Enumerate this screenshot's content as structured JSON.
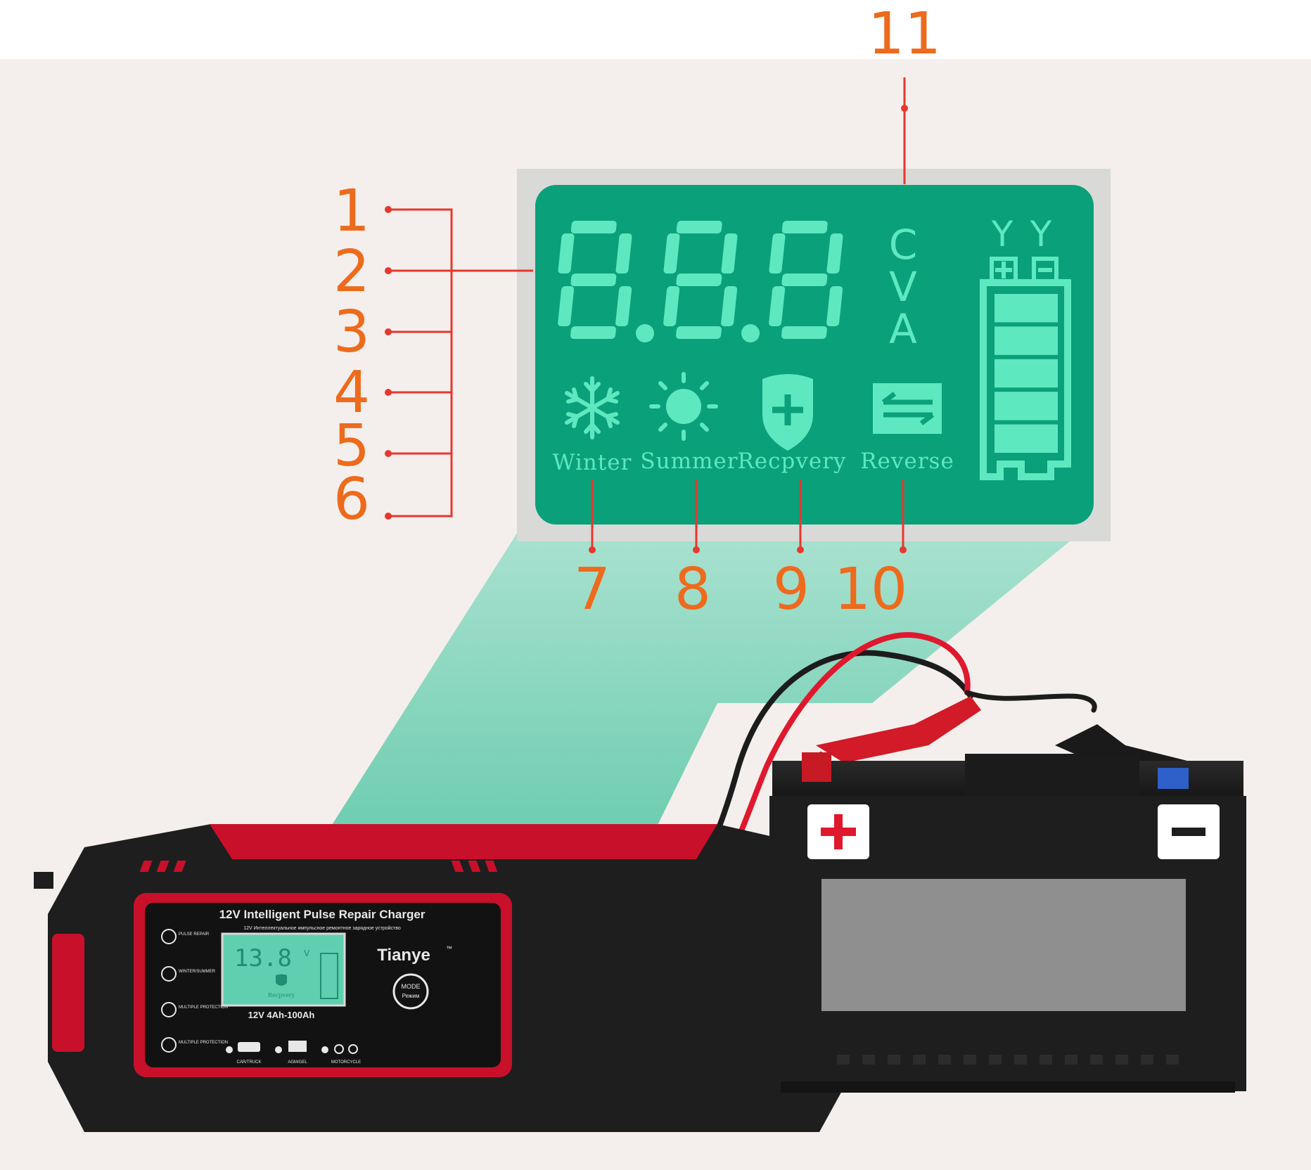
{
  "annotations": {
    "left_numbers": [
      "1",
      "2",
      "3",
      "4",
      "5",
      "6"
    ],
    "bottom_numbers": [
      "7",
      "8",
      "9",
      "10"
    ],
    "top_number": "11"
  },
  "lcd": {
    "digits": "8.8.8",
    "units": [
      "C",
      "V",
      "A"
    ],
    "mode_labels": [
      "Winter",
      "Summer",
      "Recpvery",
      "Reverse"
    ],
    "battery_terminals": [
      "Y",
      "Y"
    ],
    "battery_bars": 5
  },
  "charger": {
    "title": "12V Intelligent Pulse Repair Charger",
    "subtitle": "12V Интеллектуальное импульсное ремонтное зарядное устройство",
    "brand": "Tianye",
    "trademark": "™",
    "capacity": "12V 4Ah-100Ah",
    "mode_button": "MODE",
    "mode_button_sub": "Режим",
    "screen_digits": "13.8",
    "screen_unit": "V",
    "screen_mode": "Recpvery",
    "features": [
      "PULSE REPAIR",
      "WINTER/SUMMER",
      "MULTIPLE PROTECTION",
      "MULTIPLE PROTECTION"
    ],
    "vehicle_modes": [
      "CAR/TRUCK",
      "AGM/GEL",
      "MOTORCYCLE"
    ]
  },
  "battery": {
    "positive_symbol": "+",
    "negative_symbol": "−"
  },
  "colors": {
    "annotation": "#ee6a1c",
    "leader_line": "#e8372e",
    "lcd_background": "#0aa07a",
    "lcd_segment": "#5ee8c0",
    "lcd_frame": "#d9d9d7",
    "beam": "#9fe0cc",
    "charger_red": "#e0182e",
    "charger_body": "#1e1e1e"
  }
}
